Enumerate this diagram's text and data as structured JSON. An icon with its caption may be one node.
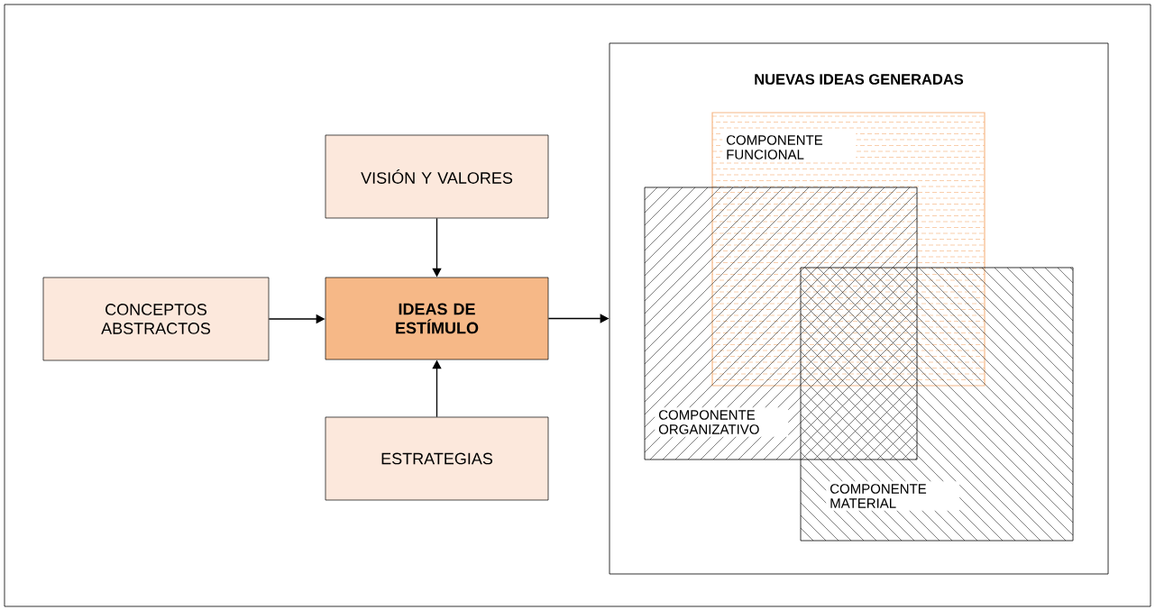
{
  "diagram": {
    "nodes": [
      {
        "text": [
          "CONCEPTOS ABSTRACTOS"
        ]
      },
      {
        "text": [
          "VISIÓN Y VALORES"
        ]
      },
      {
        "text": [
          "IDEAS DE ESTÍMULO"
        ]
      },
      {
        "text": [
          "ESTRATEGIAS"
        ]
      },
      {
        "text": [
          "NUEVAS IDEAS GENERADAS"
        ]
      },
      {
        "text": [
          "COMPONENTE FUNCIONAL"
        ],
        "in": 4
      },
      {
        "text": [
          "COMPONENTE ORGANIZATIVO"
        ],
        "in": 4
      },
      {
        "text": [
          "COMPONENTE MATERIAL"
        ],
        "in": 4
      }
    ],
    "edges": [
      {
        "from": 0,
        "to": 2,
        "arrow": "to"
      },
      {
        "from": 1,
        "to": 2,
        "arrow": "to"
      },
      {
        "from": 3,
        "to": 2,
        "arrow": "to"
      },
      {
        "from": 2,
        "to": 4,
        "arrow": "to"
      }
    ]
  }
}
